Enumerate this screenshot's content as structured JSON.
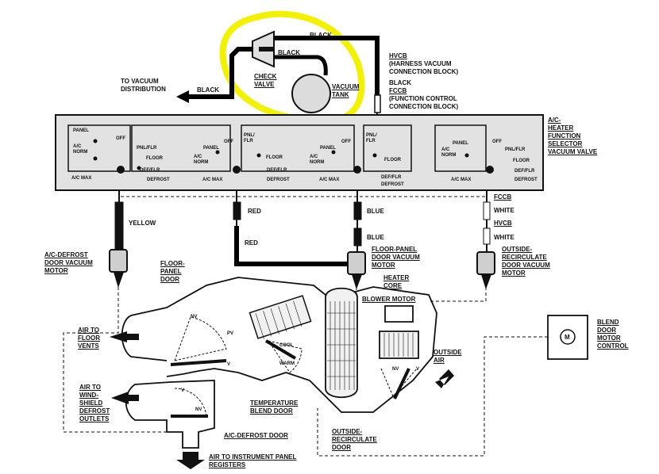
{
  "colors": {
    "ink": "#111111",
    "panel": "#e2e2e2",
    "highlight": "#f2f200",
    "wire": "#000000"
  },
  "vacuum_lines": {
    "black_top": "BLACK",
    "black_inner": "BLACK",
    "black_distribution": "BLACK",
    "black_hvcb": "BLACK",
    "yellow": "YELLOW",
    "red_upper": "RED",
    "red_lower": "RED",
    "blue_upper": "BLUE",
    "blue_lower": "BLUE",
    "white_upper": "WHITE",
    "white_lower": "WHITE"
  },
  "components": {
    "check_valve": "CHECK\nVALVE",
    "vacuum_tank": "VACUUM\nTANK",
    "to_vacuum_distribution": "TO VACUUM\nDISTRIBUTION",
    "hvcb_code": "HVCB",
    "hvcb_desc": "(HARNESS VACUUM\nCONNECTION BLOCK)",
    "fccb_code": "FCCB",
    "fccb_desc": "(FUNCTION CONTROL\nCONNECTION BLOCK)",
    "selector_valve": "A/C-\nHEATER\nFUNCTION\nSELECTOR\nVACUUM VALVE",
    "fccb_right": "FCCB",
    "hvcb_right": "HVCB",
    "ac_defrost_motor": "A/C-DEFROST\nDOOR VACUUM\nMOTOR",
    "floor_panel_motor": "FLOOR-PANEL\nDOOR VACUUM\nMOTOR",
    "outside_recirc_motor": "OUTSIDE-\nRECIRCULATE\nDOOR VACUUM\nMOTOR",
    "floor_panel_door": "FLOOR-\nPANEL\nDOOR",
    "heater_core": "HEATER\nCORE",
    "blower_motor": "BLOWER MOTOR",
    "blend_door_motor_control": "BLEND\nDOOR\nMOTOR\nCONTROL",
    "motor_symbol": "M",
    "outside_air": "OUTSIDE\nAIR",
    "air_to_floor_vents": "AIR TO\nFLOOR\nVENTS",
    "air_to_windshield": "AIR TO\nWIND-\nSHIELD\nDEFROST\nOUTLETS",
    "temperature_blend_door": "TEMPERATURE\nBLEND DOOR",
    "ac_defrost_door": "A/C-DEFROST DOOR",
    "outside_recirc_door": "OUTSIDE-\nRECIRCULATE\nDOOR",
    "air_to_instrument_panel": "AIR TO INSTRUMENT PANEL\nREGISTERS",
    "door_pv": "PV",
    "door_nv": "NV",
    "door_v": "V",
    "cool": "COOL",
    "warm": "WARM",
    "recirc_nv": "NV",
    "recirc_v": "V",
    "defrost_v": "V",
    "defrost_nv": "NV"
  },
  "selector_modes": {
    "panel": "PANEL",
    "ac_norm": "A/C\nNORM",
    "ac_max": "A/C MAX",
    "off": "OFF",
    "pnl_flr": "PNL/FLR",
    "floor": "FLOOR",
    "def_flr": "DEF/FLR",
    "defrost": "DEFROST"
  }
}
